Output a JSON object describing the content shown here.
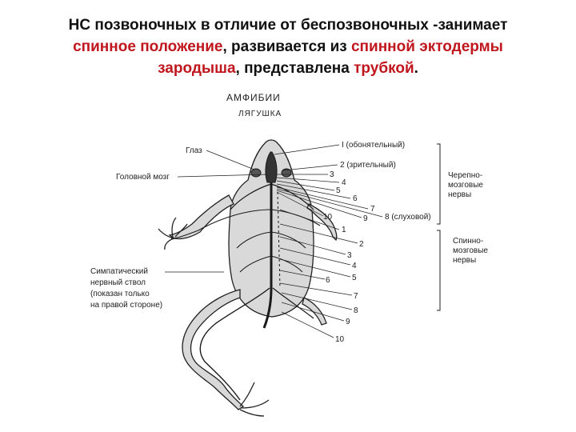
{
  "title": {
    "line1": "НС позвоночных в отличие от беспозвоночных -занимает",
    "line2_red1": "спинное положение",
    "line2_mid": ", развивается из ",
    "line2_red2": "спинной эктодермы",
    "line3_red1": "зародыша",
    "line3_mid": ", представлена ",
    "line3_red2": "трубкой",
    "line3_end": "."
  },
  "colors": {
    "accent_red": "#c0161d",
    "ink": "#222222",
    "body_fill": "#d9d9d9",
    "nerve": "#1a1a1a"
  },
  "figure": {
    "heading1": "АМФИБИИ",
    "heading2": "ЛЯГУШКА",
    "left_labels": {
      "eye": "Глаз",
      "brain": "Головной мозг",
      "sym_1": "Симпатический",
      "sym_2": "нервный ствол",
      "sym_3": "(показан только",
      "sym_4": "на правой стороне)"
    },
    "cranial": {
      "n1": "I (обонятельный)",
      "n2": "2 (зрительный)",
      "n3": "3",
      "n4": "4",
      "n5": "5",
      "n6": "6",
      "n7": "7",
      "n8": "8 (слуховой)",
      "n9": "9",
      "n10": "10"
    },
    "spinal": {
      "s1": "1",
      "s2": "2",
      "s3": "3",
      "s4": "4",
      "s5": "5",
      "s6": "6",
      "s7": "7",
      "s8": "8",
      "s9": "9",
      "s10": "10"
    },
    "groups": {
      "cranial_1": "Черепно-",
      "cranial_2": "мозговые",
      "cranial_3": "нервы",
      "spinal_1": "Спинно-",
      "spinal_2": "мозговые",
      "spinal_3": "нервы"
    }
  }
}
